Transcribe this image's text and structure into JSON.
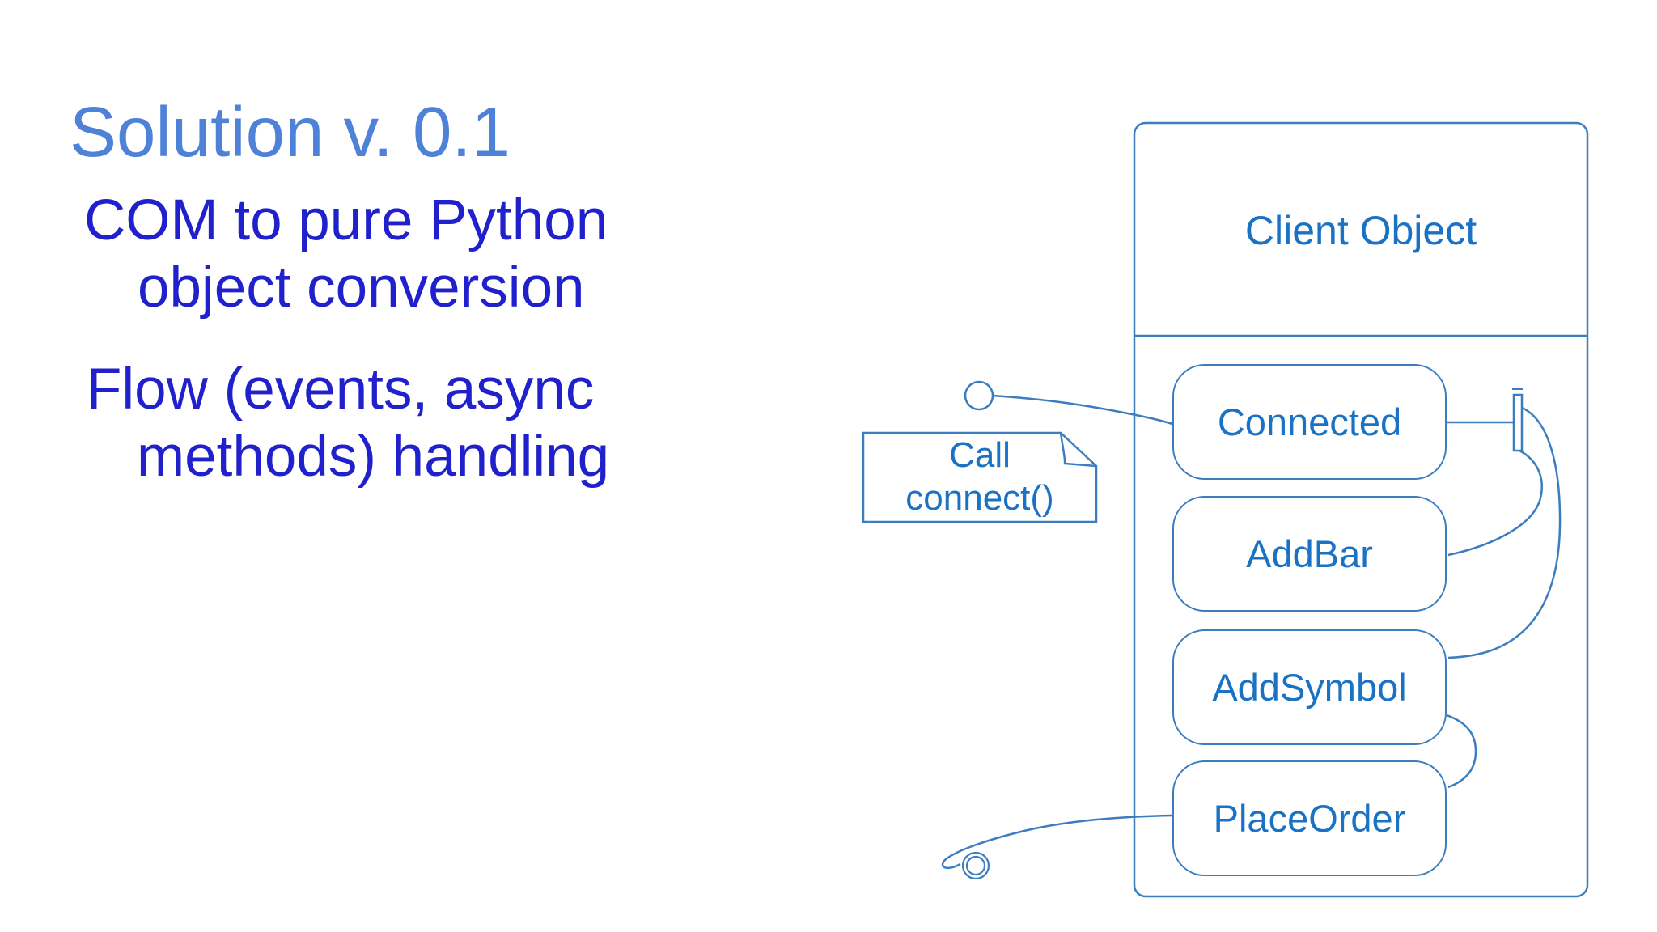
{
  "slide": {
    "title": "Solution v. 0.1",
    "bullets": [
      {
        "line1": "COM to pure Python",
        "line2": "object conversion"
      },
      {
        "line1": "Flow (events, async",
        "line2": "methods) handling"
      }
    ]
  },
  "diagram": {
    "client": {
      "label": "Client Object"
    },
    "methods": [
      {
        "label": "Connected"
      },
      {
        "label": "AddBar"
      },
      {
        "label": "AddSymbol"
      },
      {
        "label": "PlaceOrder"
      }
    ],
    "note": {
      "line1": "Call",
      "line2": "connect()"
    }
  },
  "colors": {
    "background": "#ffffff",
    "title_text": "#4e81d8",
    "body_text": "#2021cc",
    "diagram_stroke": "#3b7dbf",
    "diagram_text": "#1a72c4"
  }
}
